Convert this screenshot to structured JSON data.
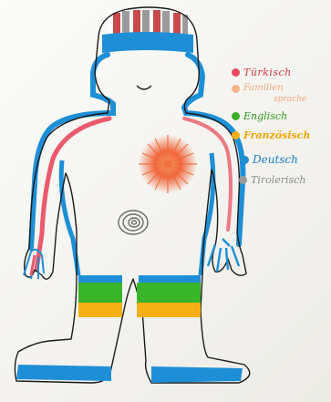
{
  "legend": {
    "items": [
      {
        "text": "Türkisch",
        "color": "#e84a5f",
        "text_color": "#d9394b"
      },
      {
        "text": "Familien",
        "continuation": "sprache",
        "color": "#f6b38a",
        "text_color": "#f0a981"
      },
      {
        "text": "Englisch",
        "color": "#3fae2a",
        "text_color": "#2f9a1f"
      },
      {
        "text": "Französisch",
        "color": "#f4b012",
        "text_color": "#f0a500"
      },
      {
        "text": "Deutsch",
        "color": "#1f8fd0",
        "text_color": "#1a7fc4"
      },
      {
        "text": "Tirolerisch",
        "color": "#9a9a9a",
        "text_color": "#8a8a8a"
      }
    ]
  },
  "figure": {
    "head_stripe_colors": [
      "#c94a4a",
      "#888888",
      "#1e8fd6"
    ],
    "heart_color": "#f05a3c",
    "outline_color": "#1b1b1b"
  }
}
